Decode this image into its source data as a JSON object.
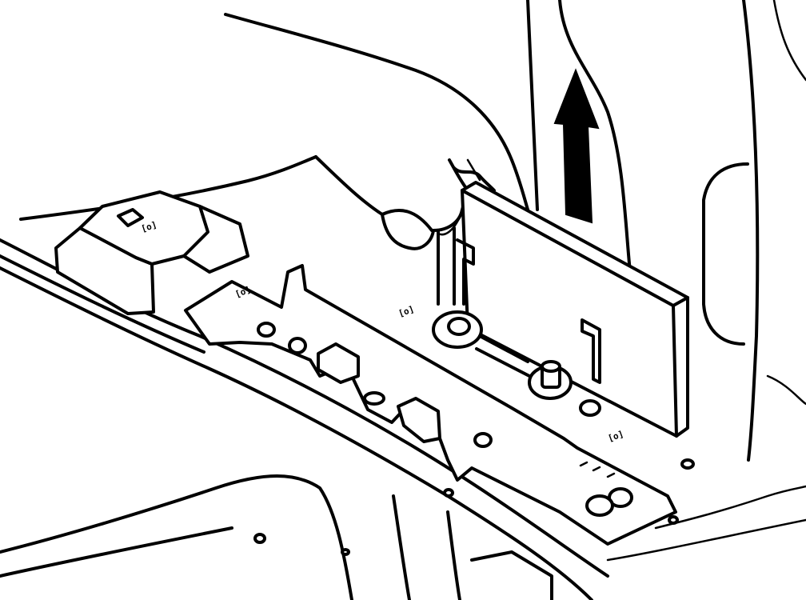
{
  "figure": {
    "labels": [
      "[o]",
      "[o]",
      "[o]",
      "[o]"
    ],
    "arrow_direction": "up",
    "colors": {
      "line": "#000000",
      "background": "#ffffff"
    }
  }
}
